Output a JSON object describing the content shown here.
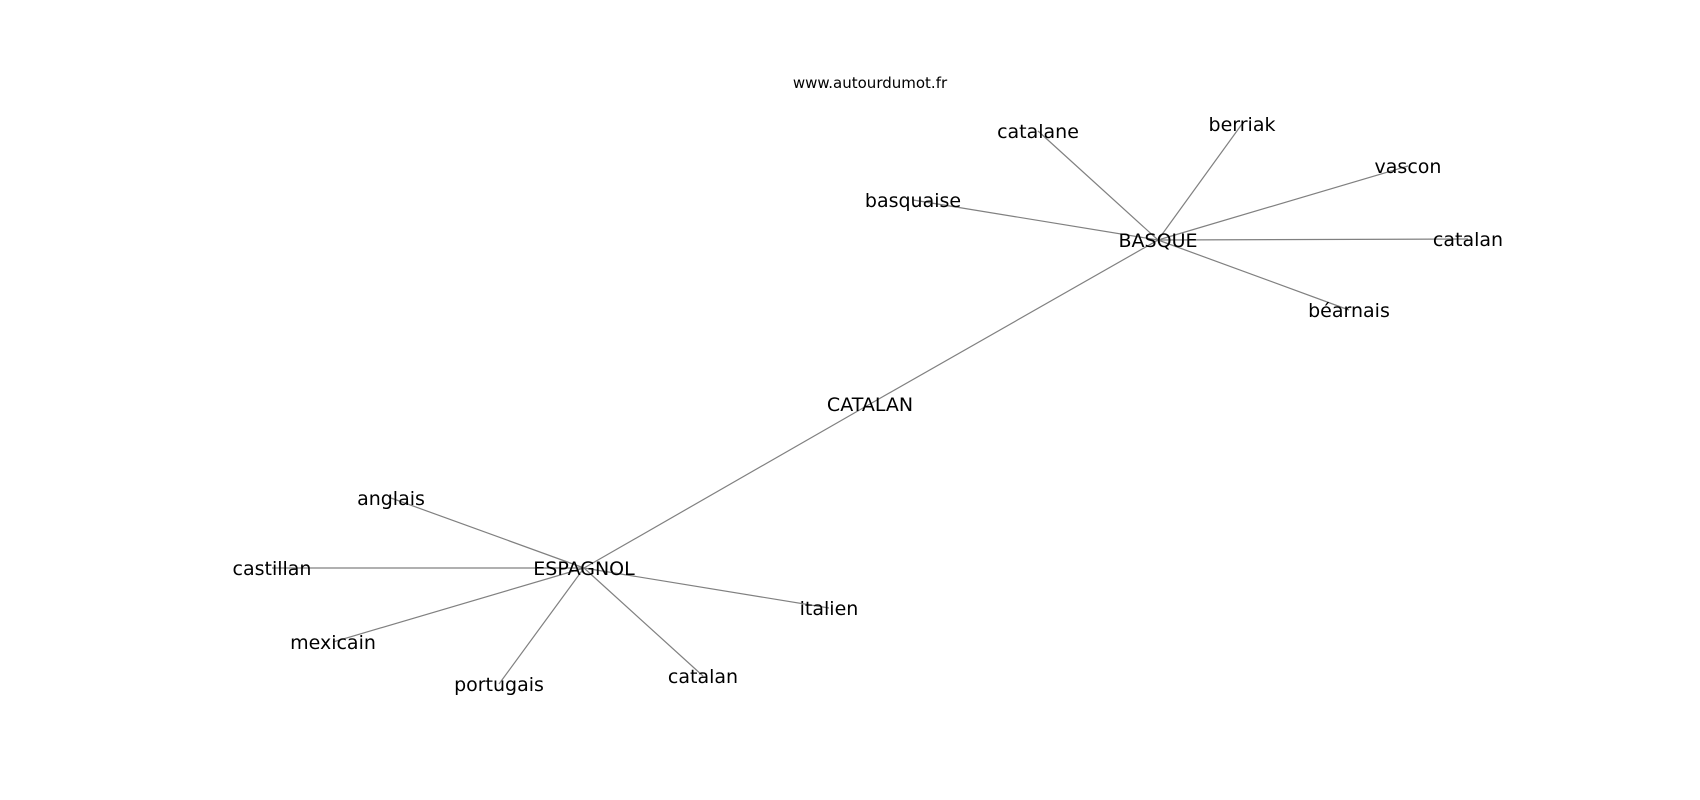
{
  "credit": "www.autourdumot.fr",
  "graph": {
    "nodes": [
      {
        "id": "catalan_center",
        "label": "CATALAN"
      },
      {
        "id": "basque",
        "label": "BASQUE"
      },
      {
        "id": "espagnol",
        "label": "ESPAGNOL"
      },
      {
        "id": "basque_catalane",
        "label": "catalane"
      },
      {
        "id": "basque_berriak",
        "label": "berriak"
      },
      {
        "id": "basque_vascon",
        "label": "vascon"
      },
      {
        "id": "basque_basquaise",
        "label": "basquaise"
      },
      {
        "id": "basque_catalan",
        "label": "catalan"
      },
      {
        "id": "basque_bearnais",
        "label": "béarnais"
      },
      {
        "id": "esp_anglais",
        "label": "anglais"
      },
      {
        "id": "esp_castillan",
        "label": "castillan"
      },
      {
        "id": "esp_mexicain",
        "label": "mexicain"
      },
      {
        "id": "esp_portugais",
        "label": "portugais"
      },
      {
        "id": "esp_catalan",
        "label": "catalan"
      },
      {
        "id": "esp_italien",
        "label": "italien"
      }
    ],
    "edges": [
      [
        "catalan_center",
        "basque"
      ],
      [
        "catalan_center",
        "espagnol"
      ],
      [
        "basque",
        "basque_catalane"
      ],
      [
        "basque",
        "basque_berriak"
      ],
      [
        "basque",
        "basque_vascon"
      ],
      [
        "basque",
        "basque_basquaise"
      ],
      [
        "basque",
        "basque_catalan"
      ],
      [
        "basque",
        "basque_bearnais"
      ],
      [
        "espagnol",
        "esp_anglais"
      ],
      [
        "espagnol",
        "esp_castillan"
      ],
      [
        "espagnol",
        "esp_mexicain"
      ],
      [
        "espagnol",
        "esp_portugais"
      ],
      [
        "espagnol",
        "esp_catalan"
      ],
      [
        "espagnol",
        "esp_italien"
      ]
    ]
  }
}
